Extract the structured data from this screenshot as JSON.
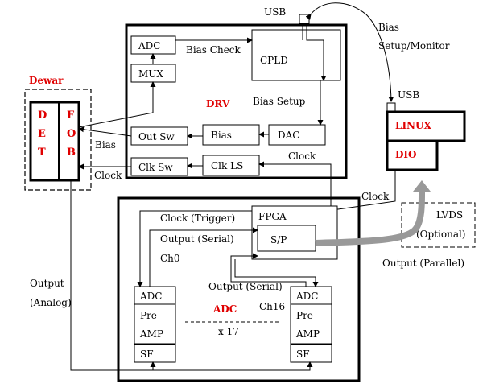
{
  "colors": {
    "accent": "#e00000",
    "line": "#000000",
    "thick_arrow": "#999999"
  },
  "labels": {
    "usb_top": "USB",
    "usb_right": "USB",
    "bias_setup_monitor_1": "Bias",
    "bias_setup_monitor_2": "Setup/Monitor",
    "dewar": "Dewar",
    "det": [
      "D",
      "E",
      "T"
    ],
    "fob": [
      "F",
      "O",
      "B"
    ],
    "adc_top": "ADC",
    "mux": "MUX",
    "bias_check": "Bias Check",
    "cpld": "CPLD",
    "drv": "DRV",
    "bias_setup": "Bias Setup",
    "out_sw": "Out Sw",
    "bias_block": "Bias",
    "dac": "DAC",
    "bias_left": "Bias",
    "clk_sw": "Clk Sw",
    "clk_ls": "Clk LS",
    "clock_drv": "Clock",
    "clock_left": "Clock",
    "linux": "LINUX",
    "dio": "DIO",
    "clock_right": "Clock",
    "lvds": "LVDS",
    "optional": "(Optional)",
    "output_parallel": "Output (Parallel)",
    "clock_trigger": "Clock (Trigger)",
    "fpga": "FPGA",
    "output_serial_1": "Output (Serial)",
    "sp": "S/P",
    "ch0": "Ch0",
    "output_serial_2": "Output (Serial)",
    "output_analog_1": "Output",
    "output_analog_2": "(Analog)",
    "adc_left": "ADC",
    "pre_left": "Pre",
    "amp_left": "AMP",
    "sf_left": "SF",
    "adc_center": "ADC",
    "x17": "x 17",
    "ch16": "Ch16",
    "adc_right": "ADC",
    "pre_right": "Pre",
    "amp_right": "AMP",
    "sf_right": "SF"
  }
}
